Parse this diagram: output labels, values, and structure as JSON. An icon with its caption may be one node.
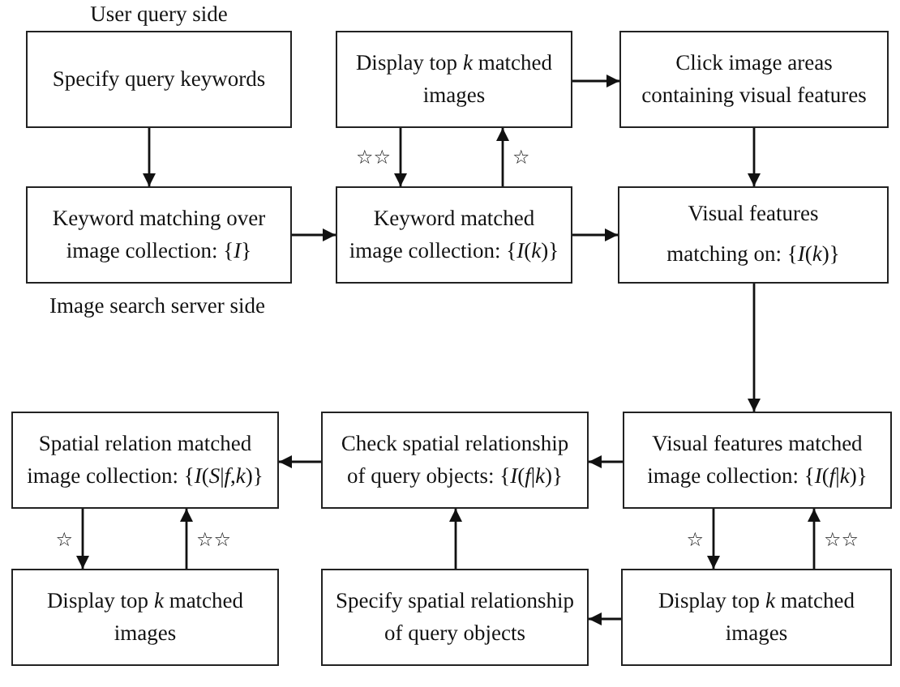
{
  "diagram": {
    "nodes": [
      {
        "text": [
          "Specify query keywords"
        ]
      },
      {
        "text": [
          "Display top *k* matched images"
        ]
      },
      {
        "text": [
          "Click image areas containing visual features"
        ]
      },
      {
        "text": [
          "Keyword matching over image collection: {*I*}"
        ]
      },
      {
        "text": [
          "Keyword matched image collection: {*I*(*k*)}"
        ]
      },
      {
        "text": [
          "Visual features matching on: {*I*(*k*)}"
        ]
      },
      {
        "text": [
          "Spatial relation matched image collection: {*I*(*S*|*f*,*k*)}"
        ]
      },
      {
        "text": [
          "Check spatial relationship of query objects: {*I*(*f*|*k*)}"
        ]
      },
      {
        "text": [
          "Visual features matched image collection: {*I*(*f*|*k*)}"
        ]
      },
      {
        "text": [
          "Display top *k* matched images"
        ]
      },
      {
        "text": [
          "Specify spatial relationship of query objects"
        ]
      },
      {
        "text": [
          "Display top *k* matched images"
        ]
      }
    ],
    "edges": [
      {
        "from": 0,
        "to": 3,
        "arrow": "to"
      },
      {
        "from": 3,
        "to": 4,
        "arrow": "to"
      },
      {
        "from": 1,
        "to": 4,
        "arrow": "to",
        "label": "☆☆"
      },
      {
        "from": 4,
        "to": 1,
        "arrow": "to",
        "label": "☆"
      },
      {
        "from": 1,
        "to": 2,
        "arrow": "to"
      },
      {
        "from": 2,
        "to": 5,
        "arrow": "to"
      },
      {
        "from": 4,
        "to": 5,
        "arrow": "to"
      },
      {
        "from": 5,
        "to": 8,
        "arrow": "to"
      },
      {
        "from": 8,
        "to": 7,
        "arrow": "to"
      },
      {
        "from": 7,
        "to": 6,
        "arrow": "to"
      },
      {
        "from": 8,
        "to": 11,
        "arrow": "to",
        "label": "☆"
      },
      {
        "from": 11,
        "to": 8,
        "arrow": "to",
        "label": "☆☆"
      },
      {
        "from": 11,
        "to": 10,
        "arrow": "to"
      },
      {
        "from": 10,
        "to": 7,
        "arrow": "to"
      },
      {
        "from": 6,
        "to": 9,
        "arrow": "to",
        "label": "☆"
      },
      {
        "from": 9,
        "to": 6,
        "arrow": "to",
        "label": "☆☆"
      }
    ],
    "labels": [
      "User query side",
      "Image search server side"
    ]
  }
}
